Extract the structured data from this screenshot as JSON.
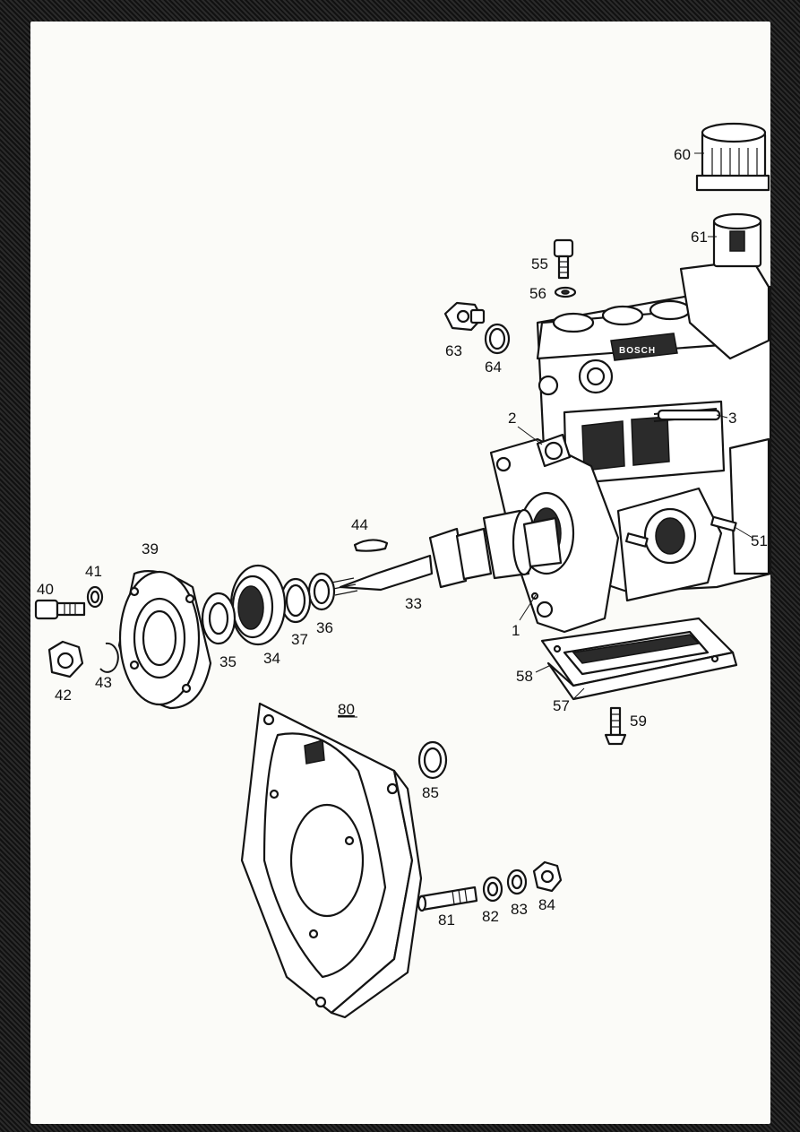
{
  "nameplate": "BOSCH",
  "labels": {
    "l1": "1",
    "l2": "2",
    "l3": "3",
    "l33": "33",
    "l34": "34",
    "l35": "35",
    "l36": "36",
    "l37": "37",
    "l39": "39",
    "l40": "40",
    "l41": "41",
    "l42": "42",
    "l43": "43",
    "l44": "44",
    "l51": "51",
    "l55": "55",
    "l56": "56",
    "l57": "57",
    "l58": "58",
    "l59": "59",
    "l60": "60",
    "l61": "61",
    "l63": "63",
    "l64": "64",
    "l80": "80",
    "l81": "81",
    "l82": "82",
    "l83": "83",
    "l84": "84",
    "l85": "85"
  }
}
